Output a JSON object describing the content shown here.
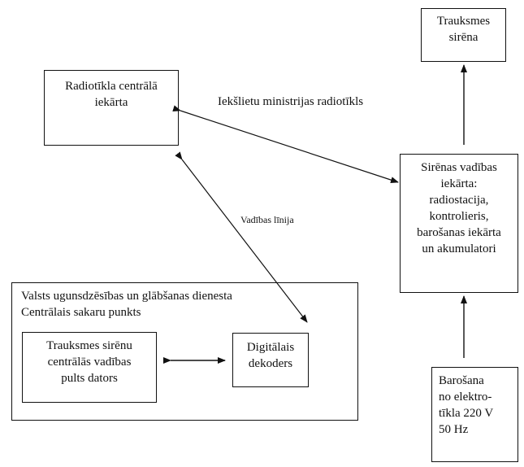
{
  "nodes": {
    "siren": {
      "label": "Trauksmes\nsirēna"
    },
    "radio_central": {
      "label": "Radiotīkla centrālā\niekārta"
    },
    "siren_control": {
      "label": "Sirēnas vadības\niekārta:\nradiostacija,\nkontrolieris,\nbarošanas iekārta\nun akumulatori"
    },
    "service_group": {
      "label": "Valsts ugunsdzēsības un glābšanas dienesta\nCentrālais sakaru punkts"
    },
    "console_pc": {
      "label": "Trauksmes sirēnu\ncentrālās vadības\npults dators"
    },
    "decoder": {
      "label": "Digitālais\ndekoders"
    },
    "power": {
      "label": "Barošana\nno elektro-\ntīkla 220 V\n50 Hz"
    }
  },
  "edges": {
    "ministry_network": {
      "label": "Iekšlietu ministrijas radiotīkls"
    },
    "control_line": {
      "label": "Vadības līnija"
    }
  }
}
